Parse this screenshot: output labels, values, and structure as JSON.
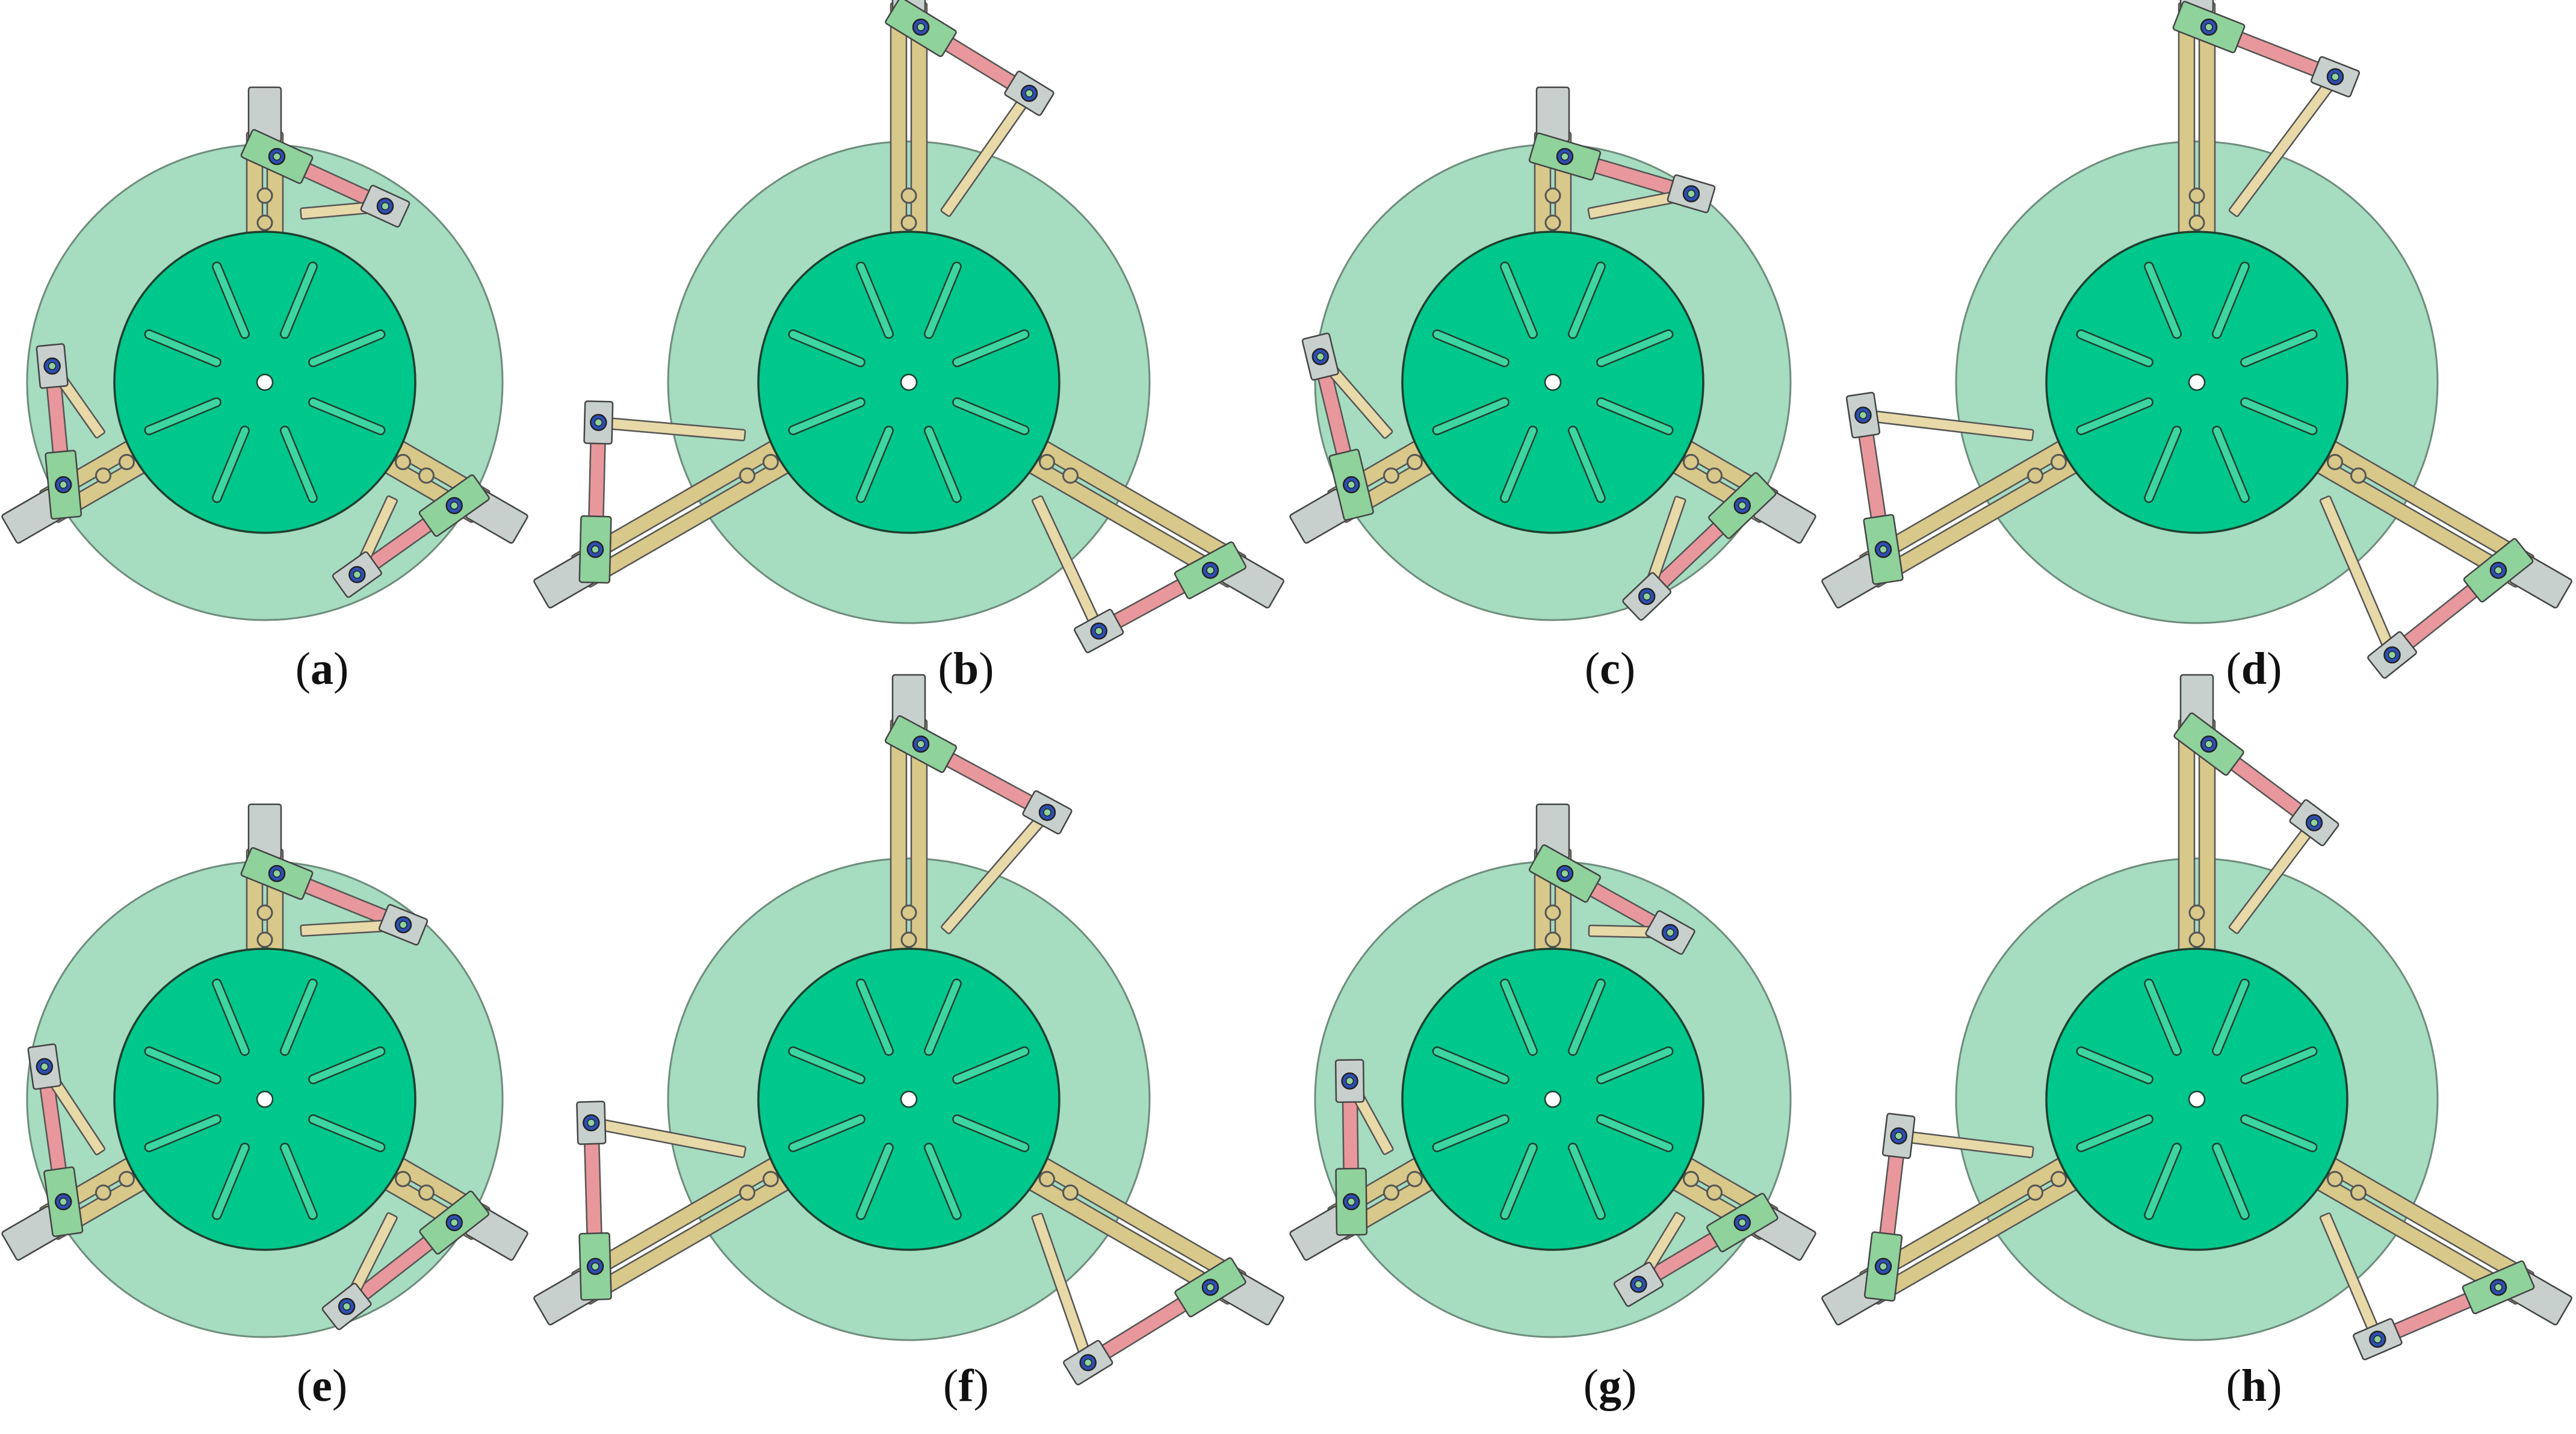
{
  "colors": {
    "outer_disc": "#a6dcc0",
    "inner_disc": "#00c78c",
    "link": "#d8c88a",
    "cylinder": "#e8989c",
    "bracket": "#8fd29c",
    "block": "#c8d0ce",
    "pin": "#2d4fb4"
  },
  "panels": [
    {
      "id": "a",
      "label": "a",
      "extended": false,
      "pose": 0
    },
    {
      "id": "b",
      "label": "b",
      "extended": true,
      "pose": 0
    },
    {
      "id": "c",
      "label": "c",
      "extended": false,
      "pose": 1
    },
    {
      "id": "d",
      "label": "d",
      "extended": true,
      "pose": 1
    },
    {
      "id": "e",
      "label": "e",
      "extended": false,
      "pose": 2
    },
    {
      "id": "f",
      "label": "f",
      "extended": true,
      "pose": 2
    },
    {
      "id": "g",
      "label": "g",
      "extended": false,
      "pose": 3
    },
    {
      "id": "h",
      "label": "h",
      "extended": true,
      "pose": 3
    }
  ]
}
